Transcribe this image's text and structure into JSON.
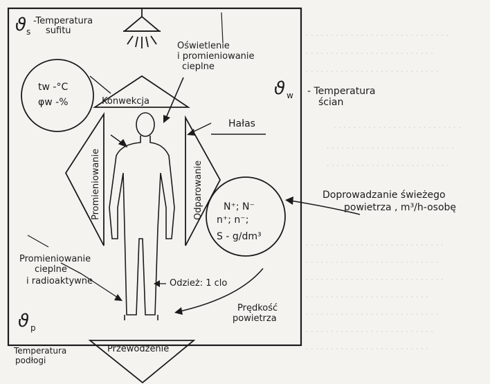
{
  "symbols": {
    "ceiling": "ϑ",
    "ceiling_sub": "s",
    "wall": "ϑ",
    "wall_sub": "w",
    "floor": "ϑ",
    "floor_sub": "p"
  },
  "labels": {
    "ceiling_temp": [
      "-Temperatura",
      "sufitu"
    ],
    "lighting": [
      "Oświetlenie",
      "i promieniowanie",
      "cieplne"
    ],
    "convection": "Konwekcja",
    "humidity": [
      "tw -°C",
      "φw -%"
    ],
    "wall_temp": [
      "- Temperatura",
      "ścian"
    ],
    "noise": "Hałas",
    "radiation": "Promieniowanie",
    "evaporation": "Odparowanie",
    "ions": [
      "N⁺; N⁻",
      "n⁺; n⁻;",
      "S - g/dm³"
    ],
    "fresh_air": [
      "Doprowadzanie  świeżego",
      "powietrza , m³/h-osobę"
    ],
    "thermal_radiation": [
      "Promieniowanie",
      "cieplne",
      "i radioaktywne"
    ],
    "clothing": "Odzież: 1 clo",
    "air_speed": [
      "Prędkość",
      "powietrza"
    ],
    "floor_temp": [
      "Temperatura",
      "podłogi"
    ],
    "conduction": "Przewodzenie"
  },
  "colors": {
    "ink": "#1b1b1b",
    "paper": "#f4f3ef"
  }
}
